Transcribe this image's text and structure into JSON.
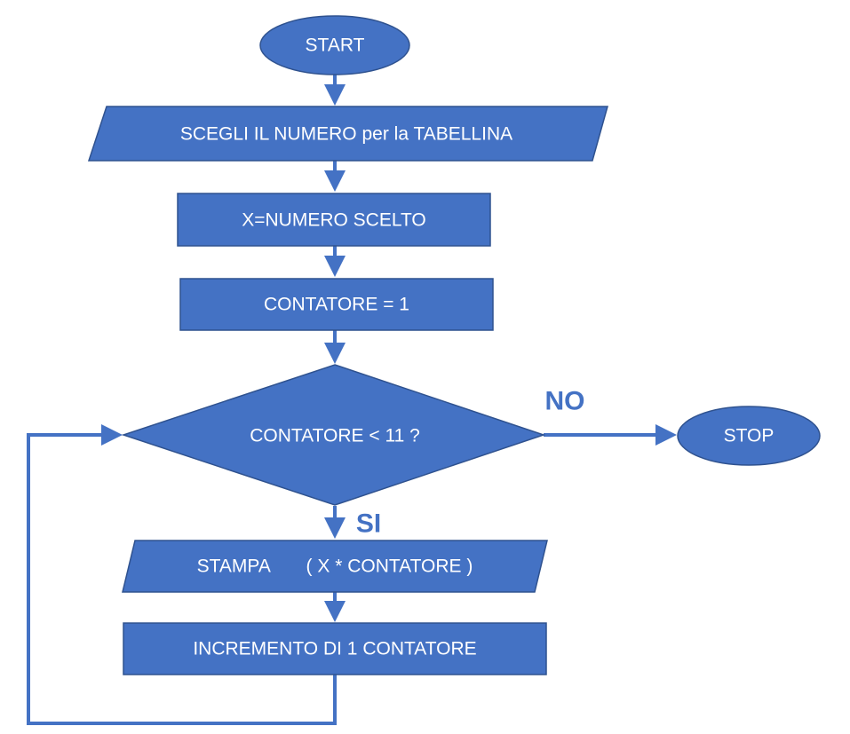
{
  "flowchart": {
    "start": "START",
    "input_number": "SCEGLI IL  NUMERO per la TABELLINA",
    "assign_x": "X=NUMERO SCELTO",
    "init_counter": "CONTATORE = 1",
    "condition": "CONTATORE < 11 ?",
    "stop": "STOP",
    "branch_no": "NO",
    "branch_yes": "SI",
    "print_stmt": "STAMPA       ( X * CONTATORE )",
    "increment": "INCREMENTO DI 1 CONTATORE"
  },
  "colors": {
    "shape_fill": "#4472C4",
    "shape_stroke": "#2F528F",
    "connector": "#4472C4",
    "label_text": "#FFFFFF"
  }
}
